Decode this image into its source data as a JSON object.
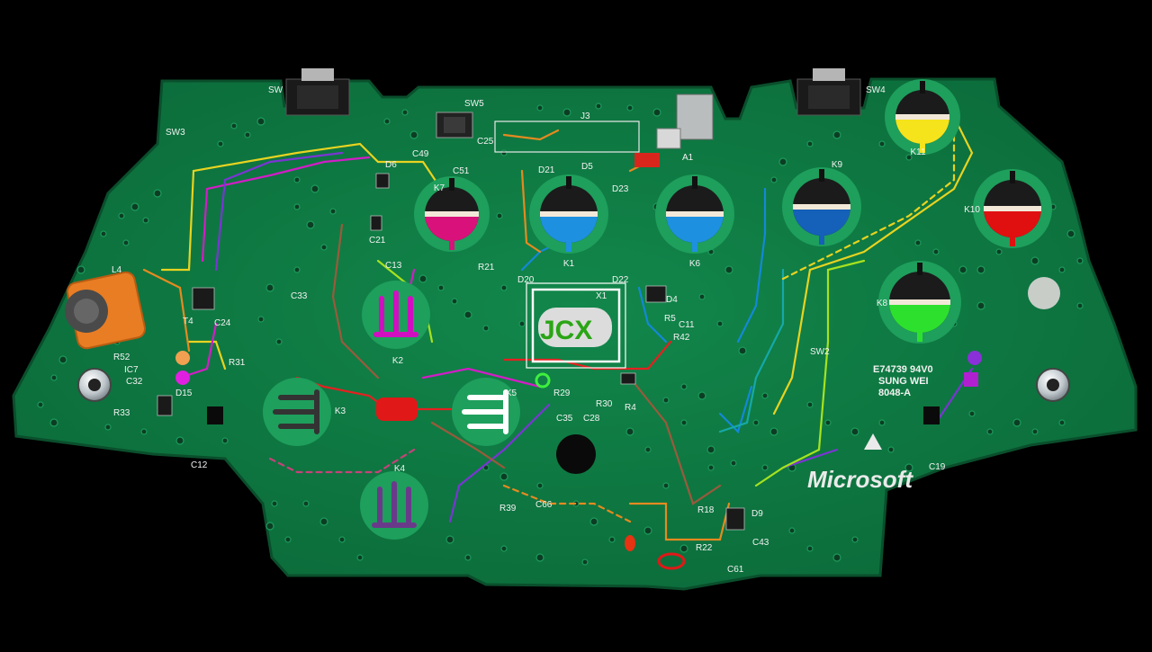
{
  "board": {
    "brand": "Microsoft",
    "watermark": "JCX",
    "marking_line1": "E74739 94V0",
    "marking_line2": "SUNG WEI",
    "marking_line3": "8048-A",
    "colors": {
      "board": "#0f7a43",
      "board_dark": "#0b5e34",
      "pad_ring": "#1e9f5c",
      "silk": "#f2f2f2",
      "background": "#000000"
    }
  },
  "switches": [
    {
      "label": "SW",
      "side": "left"
    },
    {
      "label": "SW4",
      "side": "right"
    },
    {
      "label": "SW5",
      "side": "center"
    },
    {
      "label": "SW3",
      "side": "left"
    }
  ],
  "contacts": [
    {
      "label": "K1",
      "color": "#1e90e0"
    },
    {
      "label": "K6",
      "color": "#1e90e0"
    },
    {
      "label": "K7",
      "color": "#d8127a"
    },
    {
      "label": "K8",
      "color": "#2ee02e"
    },
    {
      "label": "K9",
      "color": "#1560b8"
    },
    {
      "label": "K10",
      "color": "#e01010"
    },
    {
      "label": "K11",
      "color": "#f5e31c"
    }
  ],
  "dpad_contacts": [
    {
      "label": "K2",
      "color": "#d010c0"
    },
    {
      "label": "K3",
      "color": "#333333"
    },
    {
      "label": "K4",
      "color": "#6a3a8a"
    },
    {
      "label": "K5",
      "color": "#ffffff"
    }
  ],
  "silkscreen": {
    "j3": "J3",
    "a1": "A1",
    "d6": "D6",
    "c49": "C49",
    "c25": "C25",
    "c51": "C51",
    "d21": "D21",
    "d23": "D23",
    "d5": "D5",
    "c21": "C21",
    "c13": "C13",
    "r21": "R21",
    "d20": "D20",
    "d22": "D22",
    "x1": "X1",
    "d4": "D4",
    "c11": "C11",
    "r42": "R42",
    "c33": "C33",
    "l4": "L4",
    "t4": "T4",
    "c24": "C24",
    "r52": "R52",
    "ic7": "IC7",
    "r31": "R31",
    "c32": "C32",
    "d15": "D15",
    "r33": "R33",
    "r29": "R29",
    "r30": "R30",
    "r4": "R4",
    "c35": "C35",
    "c28": "C28",
    "r39": "R39",
    "c66": "C66",
    "r18": "R18",
    "d9": "D9",
    "c43": "C43",
    "r22": "R22",
    "c61": "C61",
    "sw2": "SW2",
    "c12": "C12",
    "c19": "C19",
    "r5": "R5"
  }
}
